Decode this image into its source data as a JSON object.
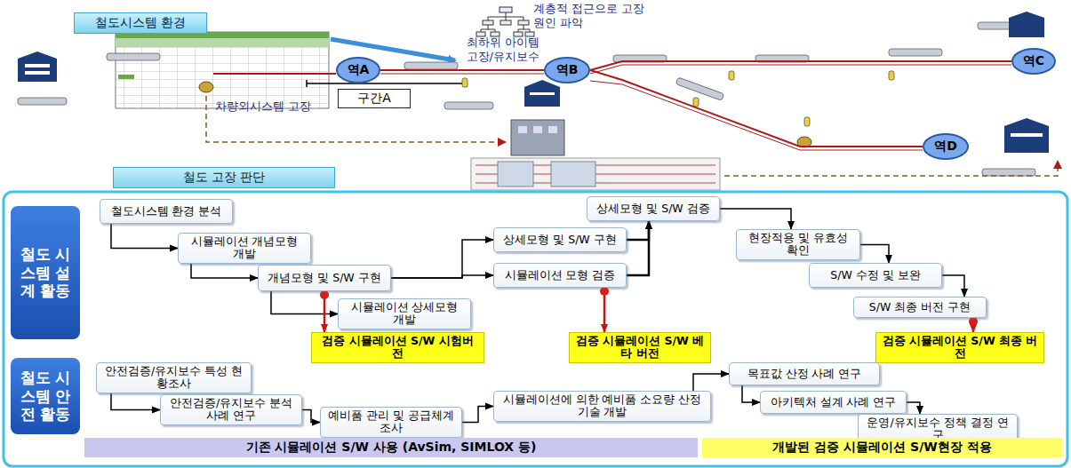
{
  "diagram": {
    "nodes": [
      {
        "text": [
          "철도시스템 환경"
        ]
      },
      {
        "text": [
          "역A"
        ]
      },
      {
        "text": [
          "역B"
        ]
      },
      {
        "text": [
          "역C"
        ]
      },
      {
        "text": [
          "역D"
        ]
      },
      {
        "text": [
          "구간A"
        ]
      },
      {
        "text": [
          "철도 고장 판단"
        ]
      },
      {
        "text": [
          "철도 시스템 설계 활동"
        ]
      },
      {
        "text": [
          "철도시스템 환경 분석"
        ]
      },
      {
        "text": [
          "시뮬레이션 개념모형 개발"
        ]
      },
      {
        "text": [
          "개념모형 및 S/W 구현"
        ]
      },
      {
        "text": [
          "시뮬레이션 상세모형 개발"
        ]
      },
      {
        "text": [
          "검증 시뮬레이션 S/W 시험버전"
        ]
      },
      {
        "text": [
          "상세모형 및 S/W 구현"
        ]
      },
      {
        "text": [
          "시뮬레이션 모형 검증"
        ]
      },
      {
        "text": [
          "상세모형 및 S/W 검증"
        ]
      },
      {
        "text": [
          "검증 시뮬레이션 S/W 베타 버전"
        ]
      },
      {
        "text": [
          "현장적용 및 유효성 확인"
        ]
      },
      {
        "text": [
          "S/W 수정 및 보완"
        ]
      },
      {
        "text": [
          "S/W 최종 버전 구현"
        ]
      },
      {
        "text": [
          "검증 시뮬레이션 S/W 최종 버전"
        ]
      },
      {
        "text": [
          "철도 시스템 안전 활동"
        ]
      },
      {
        "text": [
          "안전검증/유지보수 특성 현황조사"
        ]
      },
      {
        "text": [
          "안전검증/유지보수 분석 사례 연구"
        ]
      },
      {
        "text": [
          "예비품 관리 및 공급체계 조사"
        ]
      },
      {
        "text": [
          "시뮬레이션에 의한 예비품 소요량 산정 기술 개발"
        ]
      },
      {
        "text": [
          "목표값 산정 사례 연구"
        ]
      },
      {
        "text": [
          "아키텍처 설계 사례 연구"
        ]
      },
      {
        "text": [
          "운영/유지보수 정책 결정 연구"
        ]
      },
      {
        "text": [
          "기존 시뮬레이션 S/W 사용 (AvSim, SIMLOX 등)"
        ]
      },
      {
        "text": [
          "개발된 검증 시뮬레이션 S/W현장 적용"
        ]
      }
    ],
    "edges": [
      {
        "from": 1,
        "to": 2,
        "arrow": "none"
      },
      {
        "from": 2,
        "to": 3,
        "arrow": "none"
      },
      {
        "from": 2,
        "to": 4,
        "arrow": "none"
      },
      {
        "from": 8,
        "to": 9,
        "arrow": "to"
      },
      {
        "from": 9,
        "to": 10,
        "arrow": "to"
      },
      {
        "from": 10,
        "to": 11,
        "arrow": "to"
      },
      {
        "from": 10,
        "to": 12,
        "arrow": "to"
      },
      {
        "from": 10,
        "to": 13,
        "arrow": "to"
      },
      {
        "from": 10,
        "to": 14,
        "arrow": "to"
      },
      {
        "from": 13,
        "to": 15,
        "arrow": "to"
      },
      {
        "from": 14,
        "to": 15,
        "arrow": "to"
      },
      {
        "from": 14,
        "to": 16,
        "arrow": "to"
      },
      {
        "from": 15,
        "to": 17,
        "arrow": "to"
      },
      {
        "from": 17,
        "to": 18,
        "arrow": "to"
      },
      {
        "from": 18,
        "to": 19,
        "arrow": "to"
      },
      {
        "from": 19,
        "to": 20,
        "arrow": "to"
      },
      {
        "from": 22,
        "to": 23,
        "arrow": "to"
      },
      {
        "from": 23,
        "to": 24,
        "arrow": "to"
      },
      {
        "from": 24,
        "to": 25,
        "arrow": "to"
      },
      {
        "from": 25,
        "to": 26,
        "arrow": "to"
      },
      {
        "from": 26,
        "to": 27,
        "arrow": "to"
      },
      {
        "from": 27,
        "to": 28,
        "arrow": "to"
      }
    ],
    "labels": [
      "계층적 접근으로 고장 원인 파악",
      "최하위 아이템 고장/유지보수",
      "차량외시스템 고장"
    ]
  }
}
